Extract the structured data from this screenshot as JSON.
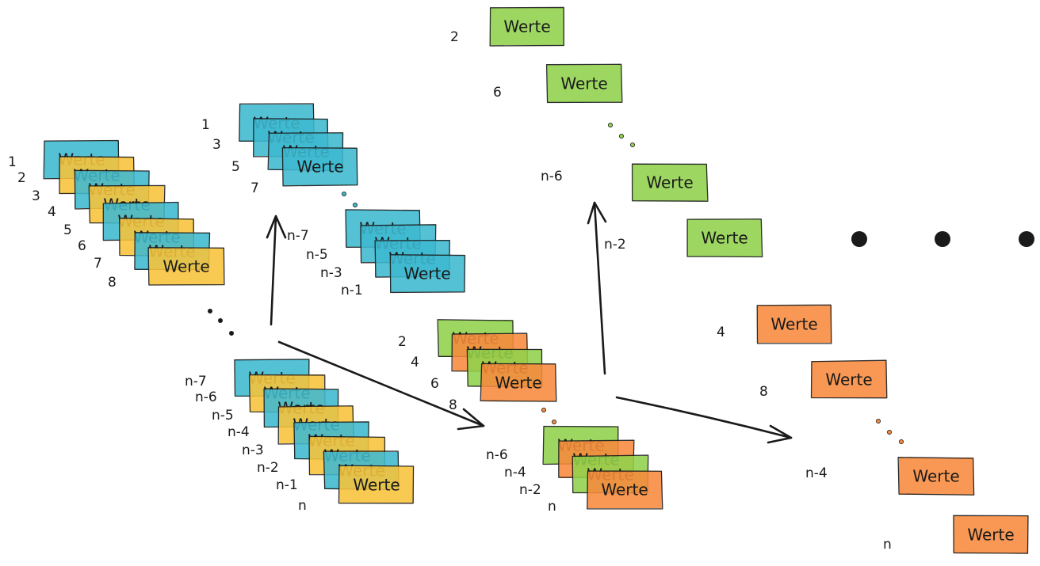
{
  "colors": {
    "teal": "#3db8cf",
    "yellow": "#f8c33a",
    "green": "#8fd24b",
    "orange": "#f78a3c",
    "ink": "#1a1a1a"
  },
  "card_text": "Werte",
  "groups": [
    {
      "name": "stack-top-left",
      "colors": [
        "teal",
        "yellow",
        "teal",
        "yellow",
        "teal",
        "yellow",
        "teal",
        "yellow"
      ],
      "labels": [
        "1",
        "2",
        "3",
        "4",
        "5",
        "6",
        "7",
        "8"
      ]
    },
    {
      "name": "stack-bottom-left",
      "colors": [
        "teal",
        "yellow",
        "teal",
        "yellow",
        "teal",
        "yellow",
        "teal",
        "yellow"
      ],
      "labels": [
        "n-7",
        "n-6",
        "n-5",
        "n-4",
        "n-3",
        "n-2",
        "n-1",
        "n"
      ]
    },
    {
      "name": "stack-odd-top",
      "colors": [
        "teal",
        "teal",
        "teal",
        "teal"
      ],
      "labels": [
        "1",
        "3",
        "5",
        "7"
      ]
    },
    {
      "name": "stack-odd-bottom",
      "colors": [
        "teal",
        "teal",
        "teal",
        "teal"
      ],
      "labels": [
        "n-7",
        "n-5",
        "n-3",
        "n-1"
      ]
    },
    {
      "name": "stack-even-top",
      "colors": [
        "green",
        "orange",
        "green",
        "orange"
      ],
      "labels": [
        "2",
        "4",
        "6",
        "8"
      ]
    },
    {
      "name": "stack-even-bottom",
      "colors": [
        "green",
        "orange",
        "green",
        "orange"
      ],
      "labels": [
        "n-6",
        "n-4",
        "n-2",
        "n"
      ]
    },
    {
      "name": "column-green",
      "colors": [
        "green",
        "green",
        "green",
        "green"
      ],
      "labels": [
        "2",
        "6",
        "n-6",
        "n-2"
      ]
    },
    {
      "name": "column-orange",
      "colors": [
        "orange",
        "orange",
        "orange",
        "orange"
      ],
      "labels": [
        "4",
        "8",
        "n-4",
        "n"
      ]
    }
  ]
}
